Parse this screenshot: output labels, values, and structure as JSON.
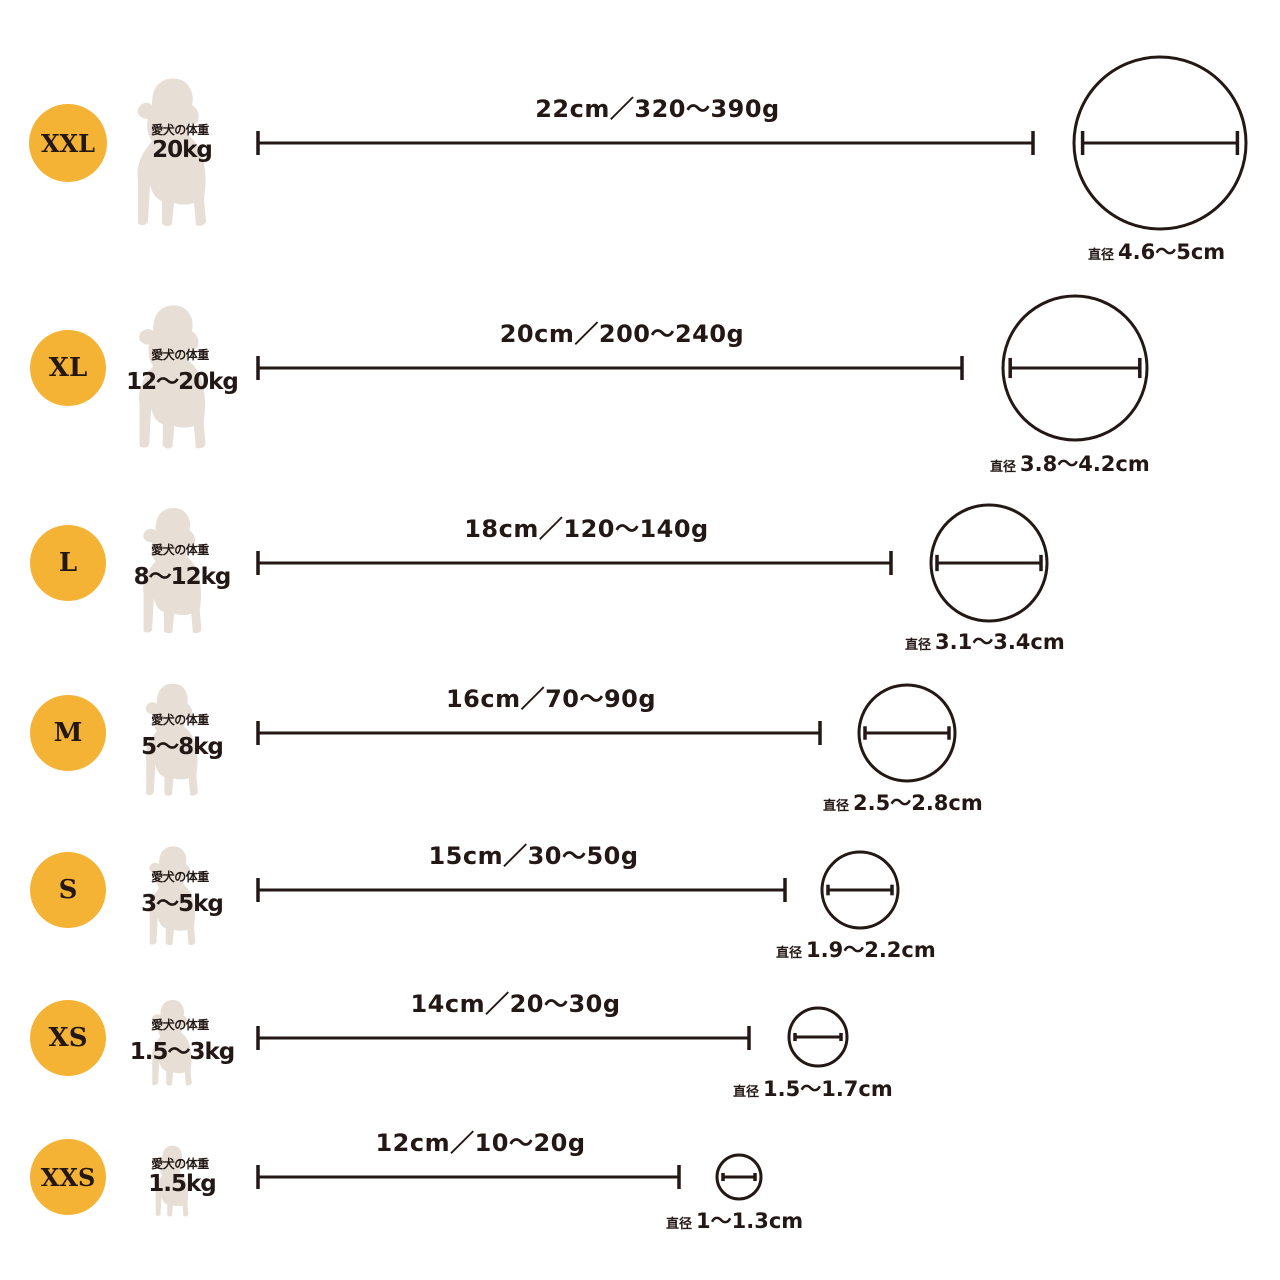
{
  "accent_color": "#f5b335",
  "ink_color": "#231815",
  "dog_color": "#e7dfd6",
  "dog_icon": "dog-silhouette-icon",
  "diameter_label": "直径",
  "weight_caption": "愛犬の体重",
  "sizes": [
    {
      "size": "XXL",
      "weight": "20kg",
      "length": "22cm／320〜390g",
      "length_cm": 22,
      "diameter_text": "4.6〜5cm",
      "diameter_cm": 5
    },
    {
      "size": "XL",
      "weight": "12〜20kg",
      "length": "20cm／200〜240g",
      "length_cm": 20,
      "diameter_text": "3.8〜4.2cm",
      "diameter_cm": 4.2
    },
    {
      "size": "L",
      "weight": "8〜12kg",
      "length": "18cm／120〜140g",
      "length_cm": 18,
      "diameter_text": "3.1〜3.4cm",
      "diameter_cm": 3.4
    },
    {
      "size": "M",
      "weight": "5〜8kg",
      "length": "16cm／70〜90g",
      "length_cm": 16,
      "diameter_text": "2.5〜2.8cm",
      "diameter_cm": 2.8
    },
    {
      "size": "S",
      "weight": "3〜5kg",
      "length": "15cm／30〜50g",
      "length_cm": 15,
      "diameter_text": "1.9〜2.2cm",
      "diameter_cm": 2.2
    },
    {
      "size": "XS",
      "weight": "1.5〜3kg",
      "length": "14cm／20〜30g",
      "length_cm": 14,
      "diameter_text": "1.5〜1.7cm",
      "diameter_cm": 1.7
    },
    {
      "size": "XXS",
      "weight": "1.5kg",
      "length": "12cm／10〜20g",
      "length_cm": 12,
      "diameter_text": "1〜1.3cm",
      "diameter_cm": 1.3
    }
  ]
}
